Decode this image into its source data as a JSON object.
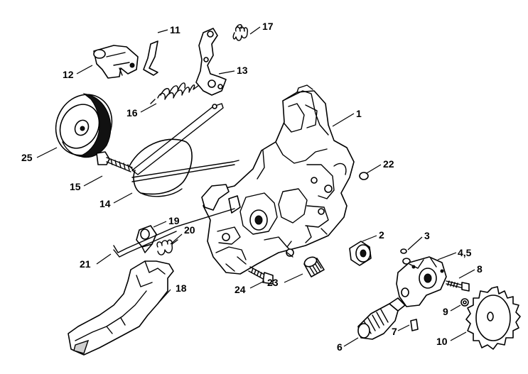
{
  "callouts": [
    {
      "id": "1",
      "label": "1"
    },
    {
      "id": "2",
      "label": "2"
    },
    {
      "id": "3",
      "label": "3"
    },
    {
      "id": "4-5",
      "label": "4,5"
    },
    {
      "id": "6",
      "label": "6"
    },
    {
      "id": "7",
      "label": "7"
    },
    {
      "id": "8",
      "label": "8"
    },
    {
      "id": "9",
      "label": "9"
    },
    {
      "id": "10",
      "label": "10"
    },
    {
      "id": "11",
      "label": "11"
    },
    {
      "id": "12",
      "label": "12"
    },
    {
      "id": "13",
      "label": "13"
    },
    {
      "id": "14",
      "label": "14"
    },
    {
      "id": "15",
      "label": "15"
    },
    {
      "id": "16",
      "label": "16"
    },
    {
      "id": "17",
      "label": "17"
    },
    {
      "id": "18",
      "label": "18"
    },
    {
      "id": "19",
      "label": "19"
    },
    {
      "id": "20",
      "label": "20"
    },
    {
      "id": "21",
      "label": "21"
    },
    {
      "id": "22",
      "label": "22"
    },
    {
      "id": "23",
      "label": "23"
    },
    {
      "id": "24",
      "label": "24"
    },
    {
      "id": "25",
      "label": "25"
    }
  ]
}
